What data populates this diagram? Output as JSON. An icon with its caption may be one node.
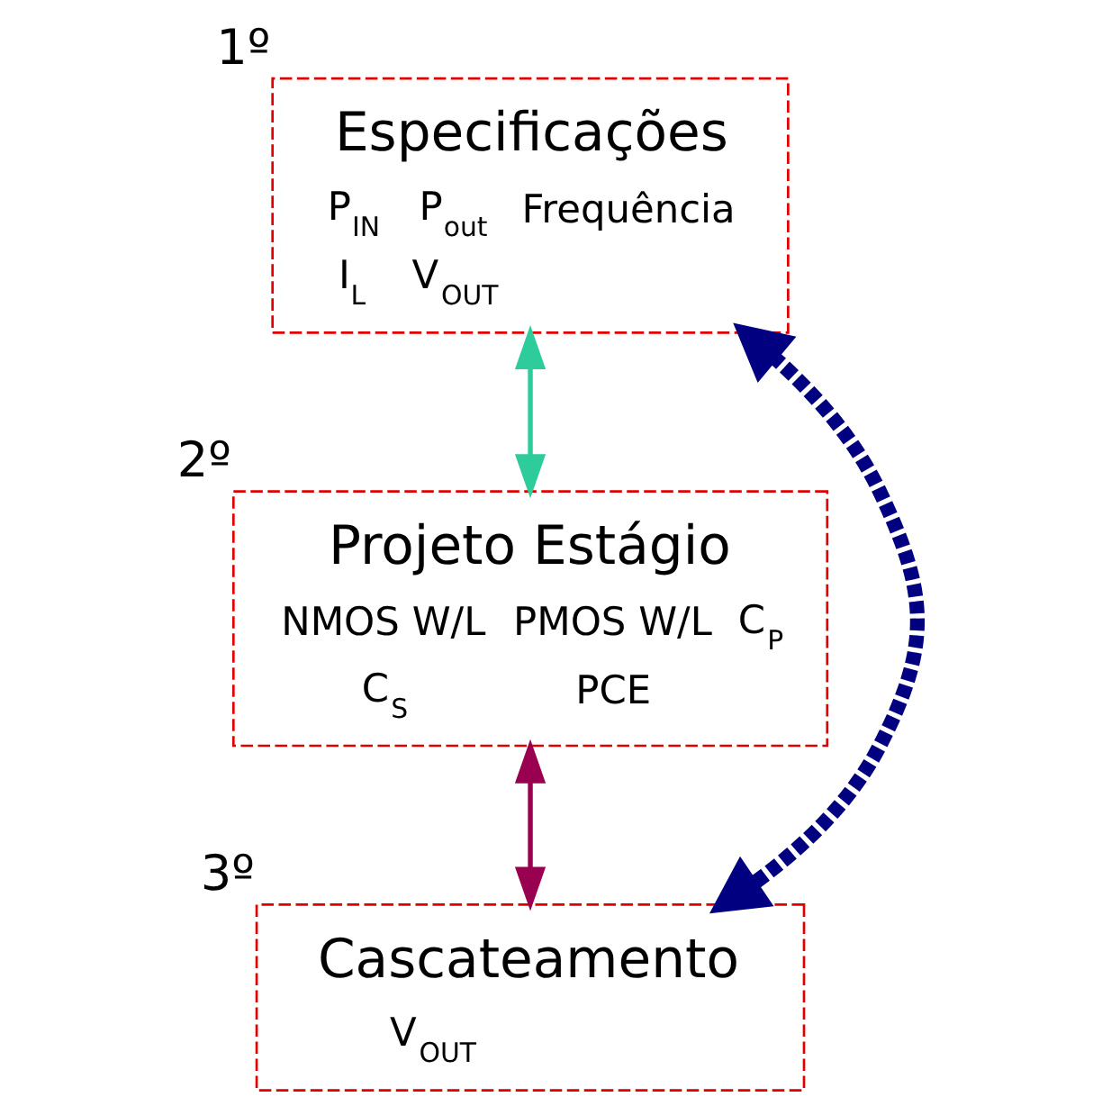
{
  "diagram": {
    "nodes": [
      {
        "text": [
          "Especificações",
          "P$_{IN}$",
          "P$_{out}$",
          "Frequência",
          "I$_{L}$",
          "V$_{OUT}$"
        ],
        "beside": [
          "1º"
        ]
      },
      {
        "text": [
          "Projeto Estágio",
          "NMOS W/L",
          "PMOS W/L",
          "C$_{P}$",
          "C$_{S}$",
          "PCE"
        ],
        "beside": [
          "2º"
        ]
      },
      {
        "text": [
          "Cascateamento",
          "V$_{OUT}$"
        ],
        "beside": [
          "3º"
        ]
      }
    ],
    "edges": [
      {
        "from": 0,
        "to": 1,
        "arrow": "both",
        "color": "#2ecc9a"
      },
      {
        "from": 1,
        "to": 2,
        "arrow": "both",
        "color": "#990050"
      },
      {
        "from": 0,
        "to": 2,
        "arrow": "both",
        "style": "dashed",
        "color": "#000080"
      }
    ]
  }
}
